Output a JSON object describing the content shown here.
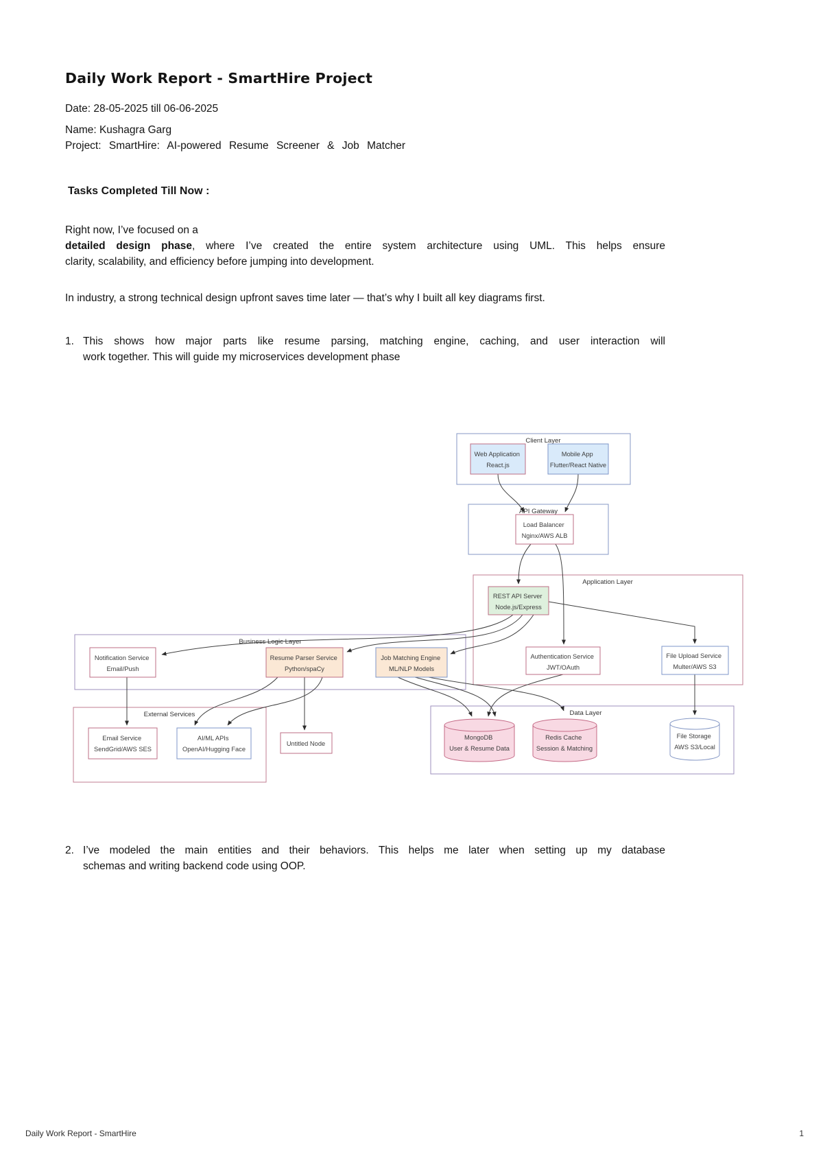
{
  "page": {
    "title": "Daily Work Report - SmartHire Project",
    "footer_left": "Daily Work Report - SmartHire",
    "footer_page": "1"
  },
  "meta": {
    "date_line": "Date: 28-05-2025 till 06-06-2025",
    "name_line": "Name: Kushagra Garg",
    "project_line": "Project: SmartHire: AI-powered Resume Screener & Job Matcher"
  },
  "sections": {
    "tasks_heading": "Tasks Completed Till Now :"
  },
  "paragraphs": {
    "p1_line1": "Right now, I’ve focused on a",
    "p1_bold": "detailed design phase",
    "p1_rest": ", where I’ve created the entire system architecture using UML. This helps ensure",
    "p1_line3": "clarity, scalability, and efficiency before jumping into development.",
    "p2": "In industry, a strong technical design upfront saves time later — that’s why I built all key diagrams first."
  },
  "list": {
    "item1_number": "1.",
    "item1_line1": "This shows how major parts like resume parsing, matching engine, caching, and user interaction will",
    "item1_line2": "work together. This will guide my microservices development phase",
    "item2_number": "2.",
    "item2_line1": "I’ve modeled the main entities and their behaviors. This helps me later when setting up my database",
    "item2_line2": "schemas and writing backend code using OOP."
  },
  "diagram": {
    "containers": {
      "client_layer": "Client Layer",
      "api_gateway": "API Gateway",
      "application_layer": "Application Layer",
      "business_logic": "Business Logic Layer",
      "external_services": "External Services",
      "data_layer": "Data Layer"
    },
    "nodes": {
      "web_app": {
        "title": "Web Application",
        "subtitle": "React.js"
      },
      "mobile_app": {
        "title": "Mobile App",
        "subtitle": "Flutter/React Native"
      },
      "load_balancer": {
        "title": "Load Balancer",
        "subtitle": "Nginx/AWS ALB"
      },
      "rest_api": {
        "title": "REST API Server",
        "subtitle": "Node.js/Express"
      },
      "auth": {
        "title": "Authentication Service",
        "subtitle": "JWT/OAuth"
      },
      "file_upload": {
        "title": "File Upload Service",
        "subtitle": "Multer/AWS S3"
      },
      "notification": {
        "title": "Notification Service",
        "subtitle": "Email/Push"
      },
      "resume_parser": {
        "title": "Resume Parser Service",
        "subtitle": "Python/spaCy"
      },
      "job_matching": {
        "title": "Job Matching Engine",
        "subtitle": "ML/NLP Models"
      },
      "email_service": {
        "title": "Email Service",
        "subtitle": "SendGrid/AWS SES"
      },
      "aiml_apis": {
        "title": "AI/ML APIs",
        "subtitle": "OpenAI/Hugging Face"
      },
      "untitled": {
        "title": "Untitled Node"
      },
      "mongodb": {
        "title": "MongoDB",
        "subtitle": "User & Resume Data"
      },
      "redis": {
        "title": "Redis Cache",
        "subtitle": "Session & Matching"
      },
      "file_storage": {
        "title": "File Storage",
        "subtitle": "AWS S3/Local"
      }
    }
  },
  "colors": {
    "client_fill": "#d9eafa",
    "server_fill": "#def0dd",
    "logic_fill": "#fbe8d5",
    "db_fill": "#f8d9e3",
    "white": "#ffffff",
    "border_red": "#bd6e84",
    "border_blue": "#7e96c8",
    "container_border": "#9d8fbe",
    "edge": "#3f3f3f"
  }
}
